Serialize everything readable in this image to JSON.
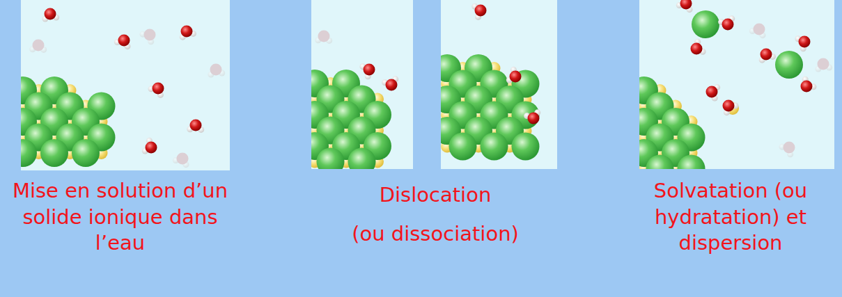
{
  "diagram": {
    "labels": [
      "Mise en solution d’un solide ionique dans l’eau",
      "Dislocation",
      "(ou dissociation)",
      "Solvatation (ou hydratation) et dispersion"
    ]
  }
}
